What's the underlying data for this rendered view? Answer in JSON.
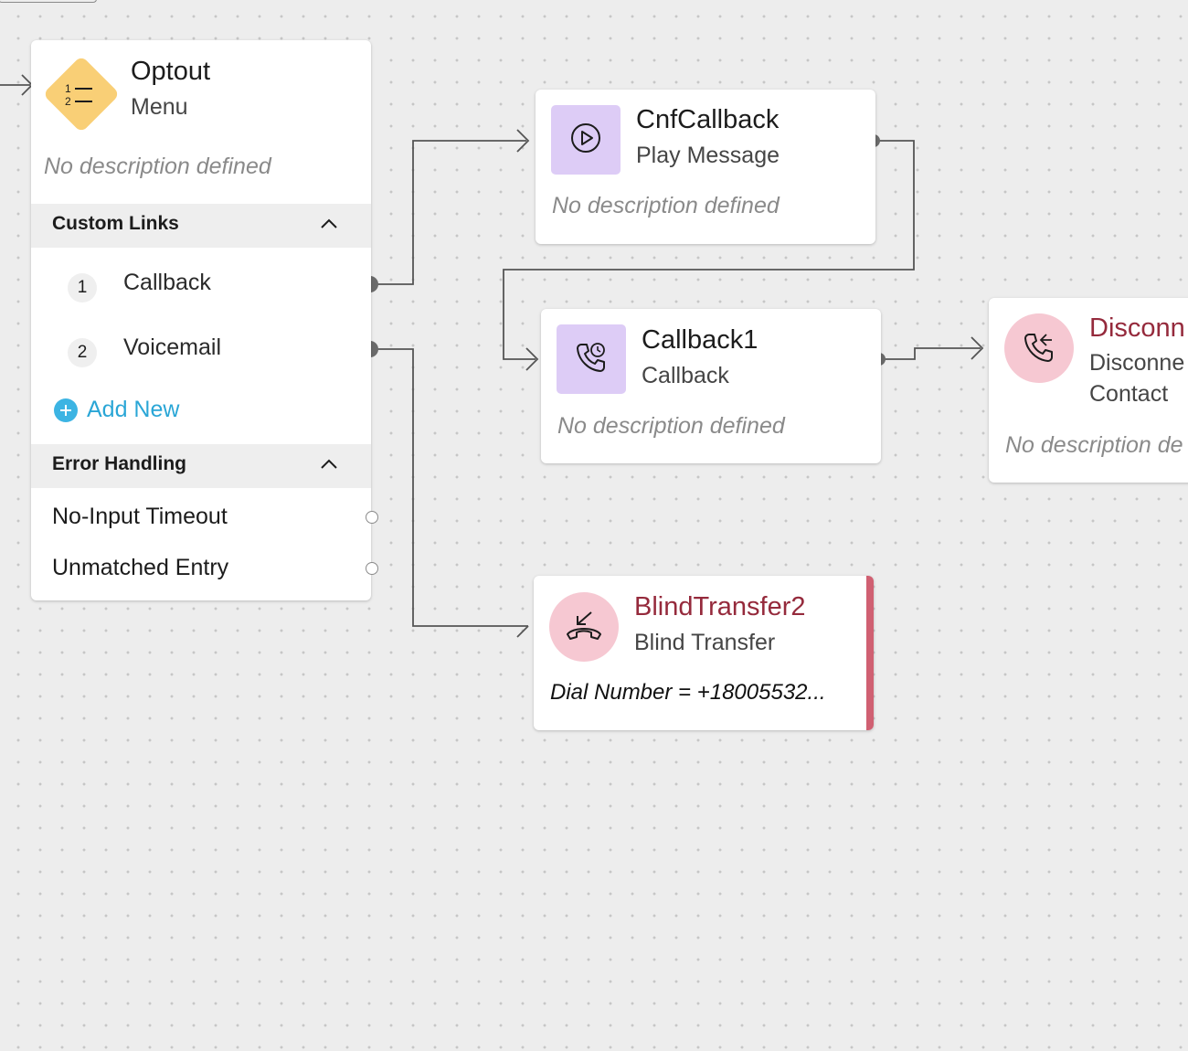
{
  "nodes": {
    "optout": {
      "title": "Optout",
      "type": "Menu",
      "description": "No description defined",
      "icon": "numbered-list-icon",
      "icon_color": "#f9cf76",
      "custom_links": {
        "header": "Custom Links",
        "items": [
          {
            "number": "1",
            "label": "Callback"
          },
          {
            "number": "2",
            "label": "Voicemail"
          }
        ],
        "add_new_label": "Add New"
      },
      "error_handling": {
        "header": "Error Handling",
        "items": [
          {
            "label": "No-Input Timeout"
          },
          {
            "label": "Unmatched Entry"
          }
        ]
      }
    },
    "cnf_callback": {
      "title": "CnfCallback",
      "type": "Play Message",
      "description": "No description defined",
      "icon": "play-message-icon",
      "icon_color": "#ddccf6"
    },
    "callback1": {
      "title": "Callback1",
      "type": "Callback",
      "description": "No description defined",
      "icon": "phone-callback-icon",
      "icon_color": "#ddccf6"
    },
    "disconnect": {
      "title": "Disconn",
      "type_line1": "Disconne",
      "type_line2": "Contact",
      "description": "No description de",
      "icon": "phone-disconnect-icon",
      "icon_color": "#f6c8d2",
      "title_color": "#952a3c"
    },
    "blind_transfer2": {
      "title": "BlindTransfer2",
      "type": "Blind Transfer",
      "detail": "Dial Number = +18005532...",
      "icon": "blind-transfer-icon",
      "icon_color": "#f6c8d2",
      "title_color": "#952a3c",
      "error_stripe_color": "#d06072"
    }
  },
  "colors": {
    "canvas": "#ededed",
    "connector": "#555555",
    "link_accent": "#2aa6d6"
  }
}
